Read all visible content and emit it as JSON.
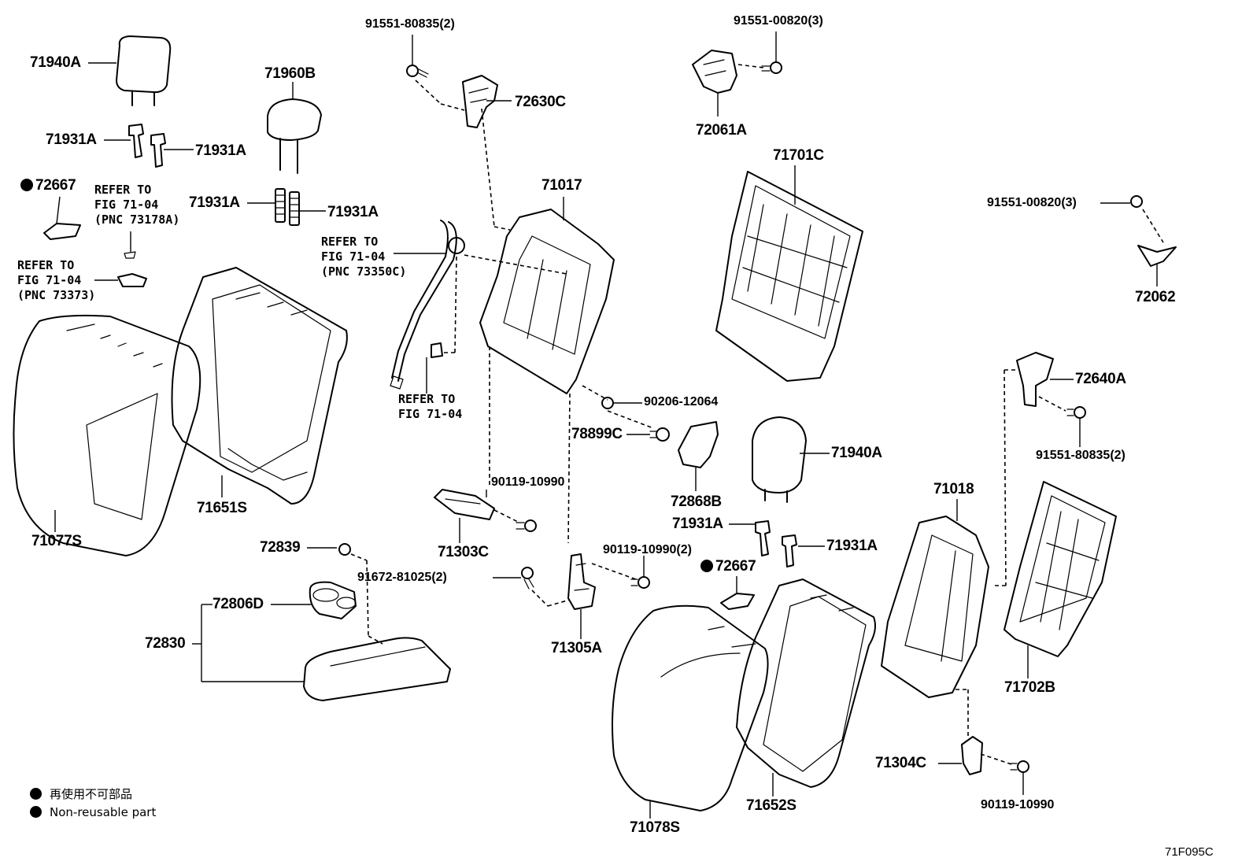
{
  "diagram_id": "71F095C",
  "labels": {
    "p71940A_top": "71940A",
    "p71960B": "71960B",
    "p71931A_1": "71931A",
    "p71931A_2": "71931A",
    "p71931A_3": "71931A",
    "p71931A_4": "71931A",
    "p72667_left": "72667",
    "refer_a": [
      "REFER TO",
      "FIG 71-04",
      "(PNC 73178A)"
    ],
    "refer_b": [
      "REFER TO",
      "FIG 71-04",
      "(PNC 73373)"
    ],
    "refer_c": [
      "REFER TO",
      "FIG 71-04",
      "(PNC 73350C)"
    ],
    "refer_d": [
      "REFER TO",
      "FIG 71-04"
    ],
    "p91551_80835_top": "91551-80835(2)",
    "p72630C": "72630C",
    "p91551_00820_top": "91551-00820(3)",
    "p72061A": "72061A",
    "p71017": "71017",
    "p71701C": "71701C",
    "p91551_00820_right": "91551-00820(3)",
    "p72062": "72062",
    "p90206_12064": "90206-12064",
    "p78899C": "78899C",
    "p72868B": "72868B",
    "p71940A_mid": "71940A",
    "p71931A_5": "71931A",
    "p71931A_6": "71931A",
    "p72667_mid": "72667",
    "p72640A": "72640A",
    "p91551_80835_right": "91551-80835(2)",
    "p71018": "71018",
    "p71702B": "71702B",
    "p71651S": "71651S",
    "p71077S": "71077S",
    "p90119_10990_a": "90119-10990",
    "p71303C": "71303C",
    "p72839": "72839",
    "p91672_81025": "91672-81025(2)",
    "p90119_10990_2": "90119-10990(2)",
    "p71305A": "71305A",
    "p72806D": "72806D",
    "p72830": "72830",
    "p71304C": "71304C",
    "p90119_10990_b": "90119-10990",
    "p71078S": "71078S",
    "p71652S": "71652S"
  },
  "legend": {
    "line1": "再使用不可部品",
    "line2": "Non-reusable part"
  }
}
